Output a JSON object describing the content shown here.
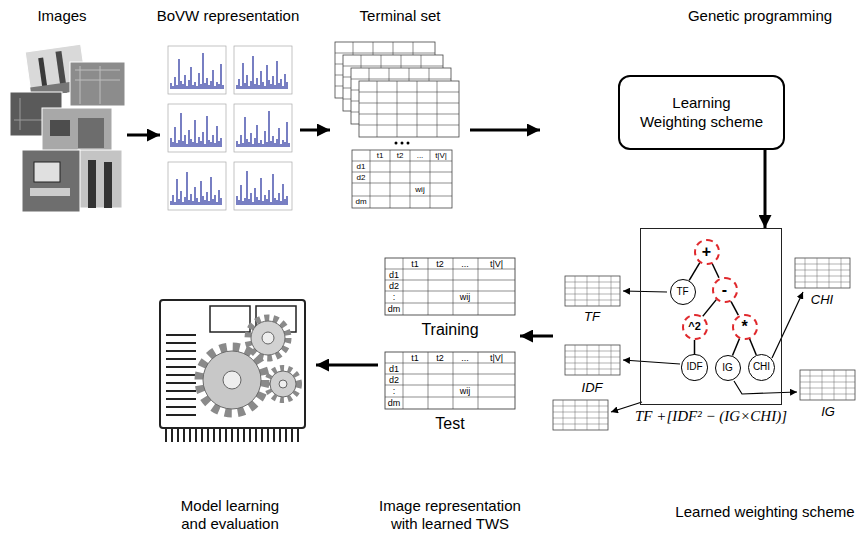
{
  "diagram": {
    "nodes": [
      {
        "text": [
          "Learning Weighting scheme"
        ]
      },
      {
        "text": [
          "TF +[IDF² − (IG×CHI)]"
        ]
      },
      {
        "text": [
          "+"
        ],
        "in": 1
      },
      {
        "text": [
          "TF"
        ],
        "in": 1
      },
      {
        "text": [
          "-"
        ],
        "in": 1
      },
      {
        "text": [
          "^2"
        ],
        "in": 1
      },
      {
        "text": [
          "*"
        ],
        "in": 1
      },
      {
        "text": [
          "IDF"
        ],
        "in": 1
      },
      {
        "text": [
          "IG"
        ],
        "in": 1
      },
      {
        "text": [
          "CHI"
        ],
        "in": 1
      }
    ],
    "edges": [
      {
        "from": 0,
        "to": 1,
        "arrow": "to"
      },
      {
        "from": 2,
        "to": 3,
        "arrow": "none"
      },
      {
        "from": 2,
        "to": 4,
        "arrow": "none"
      },
      {
        "from": 4,
        "to": 5,
        "arrow": "none"
      },
      {
        "from": 4,
        "to": 6,
        "arrow": "none"
      },
      {
        "from": 5,
        "to": 7,
        "arrow": "none"
      },
      {
        "from": 6,
        "to": 8,
        "arrow": "none"
      },
      {
        "from": 6,
        "to": 9,
        "arrow": "none"
      }
    ],
    "labels": [
      "Images",
      "BoVW representation",
      "Terminal set",
      "Genetic programming",
      "t1",
      "t2",
      "...",
      "t|V|",
      "d1",
      "d2",
      "dm",
      "wij",
      "TF",
      "CHI",
      "IDF",
      "IG",
      "t1",
      "t2",
      "...",
      "t|V|",
      "d1",
      "d2",
      ":",
      "dm",
      "wij",
      "Training",
      "t1",
      "t2",
      "...",
      "t|V|",
      "d1",
      "d2",
      ":",
      "dm",
      "wij",
      "Test",
      "Model learning and evaluation",
      "Image representation with learned TWS",
      "Learned weighting scheme"
    ]
  }
}
